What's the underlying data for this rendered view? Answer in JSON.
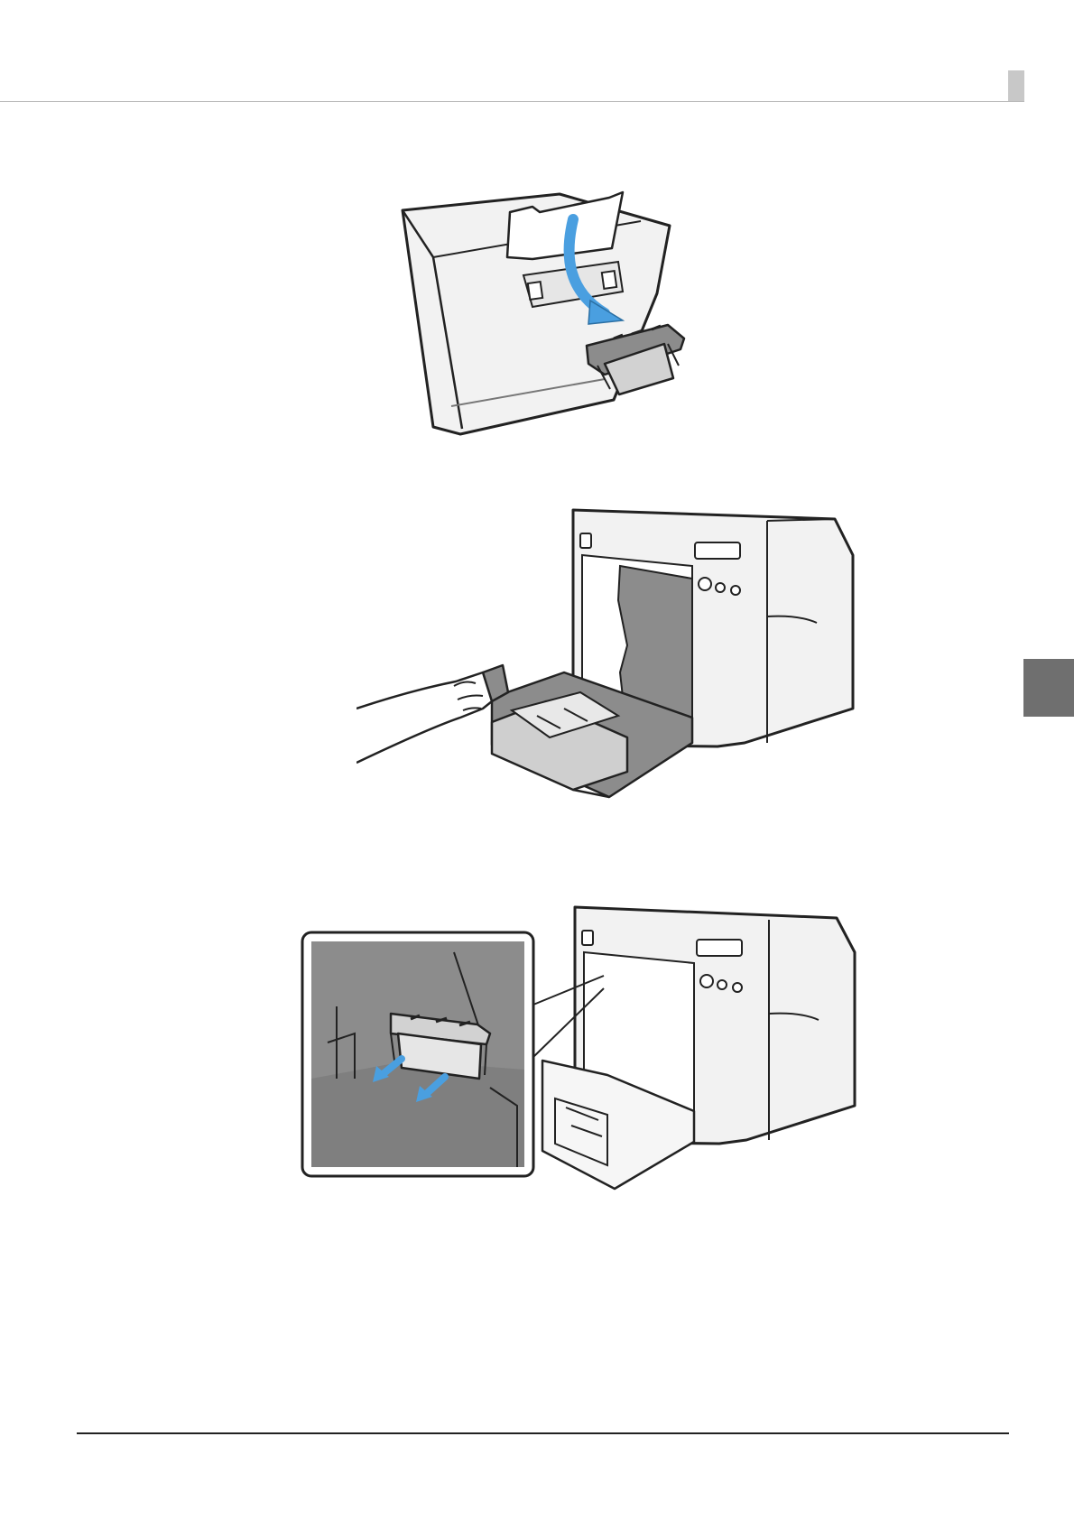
{
  "page": {
    "header_band": "",
    "footer_text": ""
  },
  "colors": {
    "rule": "#b9b9b9",
    "side_tab": "#6f6f6f",
    "accent_arrow": "#4a9fe0",
    "dark_part": "#8c8c8c",
    "outline": "#222222"
  },
  "figures": [
    {
      "icon": "printer-media-guide-removal-illustration"
    },
    {
      "icon": "printer-tray-pull-out-illustration"
    },
    {
      "icon": "printer-guide-detail-illustration"
    }
  ]
}
